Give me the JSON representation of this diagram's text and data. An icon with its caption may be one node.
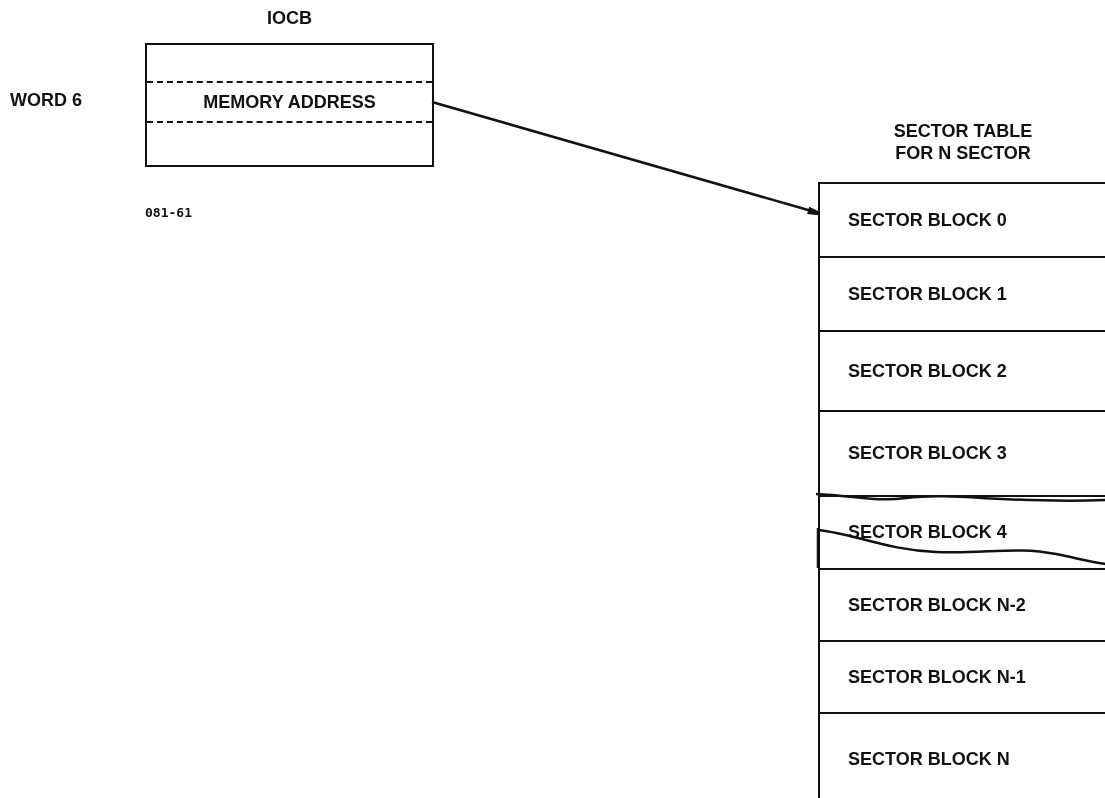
{
  "diagram": {
    "nodes": [
      {
        "text": [
          "IOCB"
        ]
      },
      {
        "text": [
          "MEMORY ADDRESS"
        ],
        "in": 0,
        "beside": [
          "WORD 6"
        ]
      },
      {
        "text": [
          "SECTOR TABLE FOR N SECTOR"
        ]
      },
      {
        "text": [
          "SECTOR BLOCK 0"
        ],
        "in": 2
      },
      {
        "text": [
          "SECTOR BLOCK 1"
        ],
        "in": 2
      },
      {
        "text": [
          "SECTOR BLOCK 2"
        ],
        "in": 2
      },
      {
        "text": [
          "SECTOR BLOCK 3"
        ],
        "in": 2
      },
      {
        "text": [
          "SECTOR BLOCK 4"
        ],
        "in": 2
      },
      {
        "text": [
          "SECTOR BLOCK N-2"
        ],
        "in": 2
      },
      {
        "text": [
          "SECTOR BLOCK N-1"
        ],
        "in": 2
      },
      {
        "text": [
          "SECTOR BLOCK N"
        ],
        "in": 2
      }
    ],
    "edges": [
      {
        "from": 1,
        "to": 3,
        "arrow": "to"
      }
    ],
    "labels": [
      "081-61"
    ]
  }
}
